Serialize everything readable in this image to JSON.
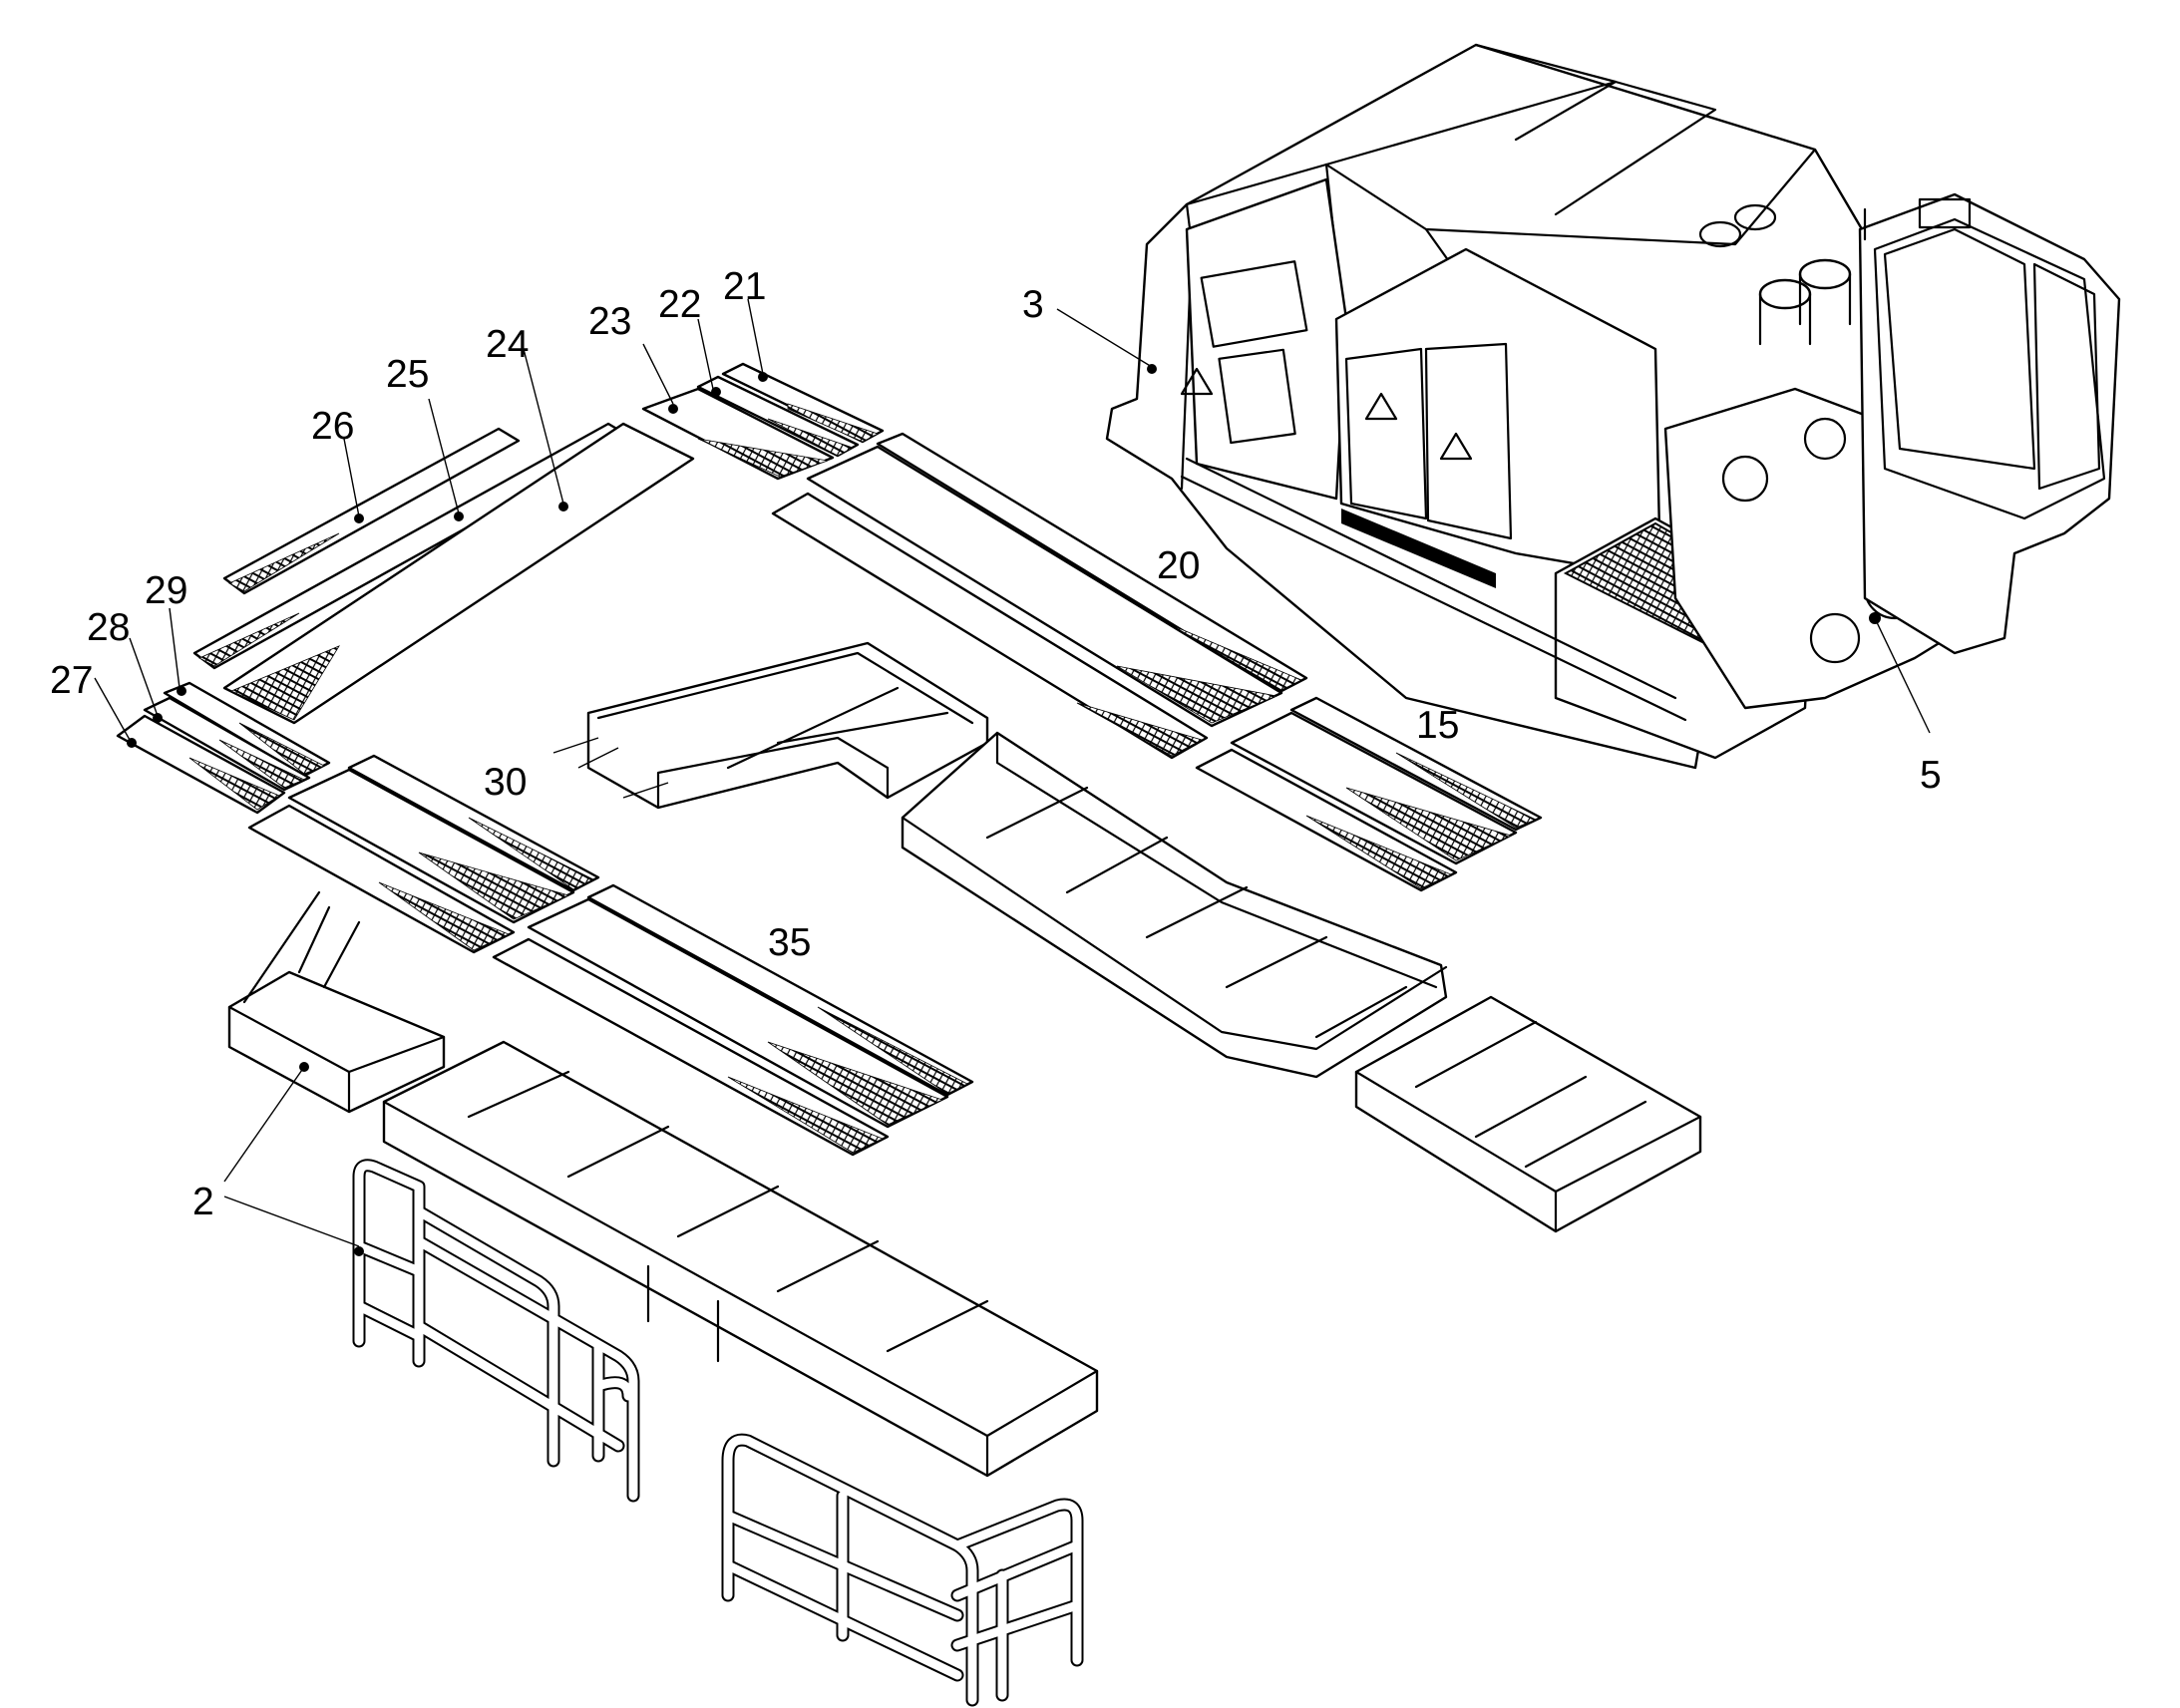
{
  "diagram": {
    "callouts": [
      {
        "id": "3",
        "label": "3"
      },
      {
        "id": "5",
        "label": "5"
      },
      {
        "id": "15",
        "label": "15"
      },
      {
        "id": "20",
        "label": "20"
      },
      {
        "id": "21",
        "label": "21"
      },
      {
        "id": "22",
        "label": "22"
      },
      {
        "id": "23",
        "label": "23"
      },
      {
        "id": "24",
        "label": "24"
      },
      {
        "id": "25",
        "label": "25"
      },
      {
        "id": "26",
        "label": "26"
      },
      {
        "id": "27",
        "label": "27"
      },
      {
        "id": "28",
        "label": "28"
      },
      {
        "id": "29",
        "label": "29"
      },
      {
        "id": "30",
        "label": "30"
      },
      {
        "id": "35",
        "label": "35"
      },
      {
        "id": "2",
        "label": "2"
      }
    ],
    "icons": [
      "warning-triangle-icon"
    ],
    "line_color": "#000000",
    "background_color": "#ffffff"
  }
}
